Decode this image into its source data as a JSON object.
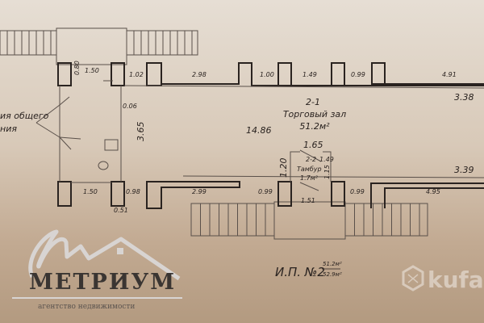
{
  "plan": {
    "room_name_left_line1": "ия общего",
    "room_name_left_line2": "ния",
    "dims": {
      "d080": "0.80",
      "d150_top": "1.50",
      "d102": "1.02",
      "d298": "2.98",
      "d100": "1.00",
      "d149": "1.49",
      "d099_top": "0.99",
      "d491": "4.91",
      "d338": "3.38",
      "d006": "0.06",
      "d365": "3.65",
      "d1486": "14.86",
      "d165": "1.65",
      "d120": "1.20",
      "d115": "1.15",
      "d339": "3.39",
      "d150_bot": "1.50",
      "d098": "0.98",
      "d299": "2.99",
      "d099_bl": "0.99",
      "d151": "1.51",
      "d099_br": "0.99",
      "d495": "4.95",
      "d051": "0.51"
    },
    "hall": {
      "number": "2-1",
      "name": "Торговый зал",
      "area": "51.2м²"
    },
    "vestibule": {
      "number": "2-2",
      "dim": "1.49",
      "name": "Тамбур",
      "area": "1.7м²"
    },
    "title": {
      "label": "И.П. №2",
      "area_top": "51.2м²",
      "area_bottom": "52.9м²"
    }
  },
  "watermarks": {
    "agency_name": "МЕТРИУМ",
    "agency_subtitle": "агентство недвижимости",
    "kufar": "kufar"
  }
}
